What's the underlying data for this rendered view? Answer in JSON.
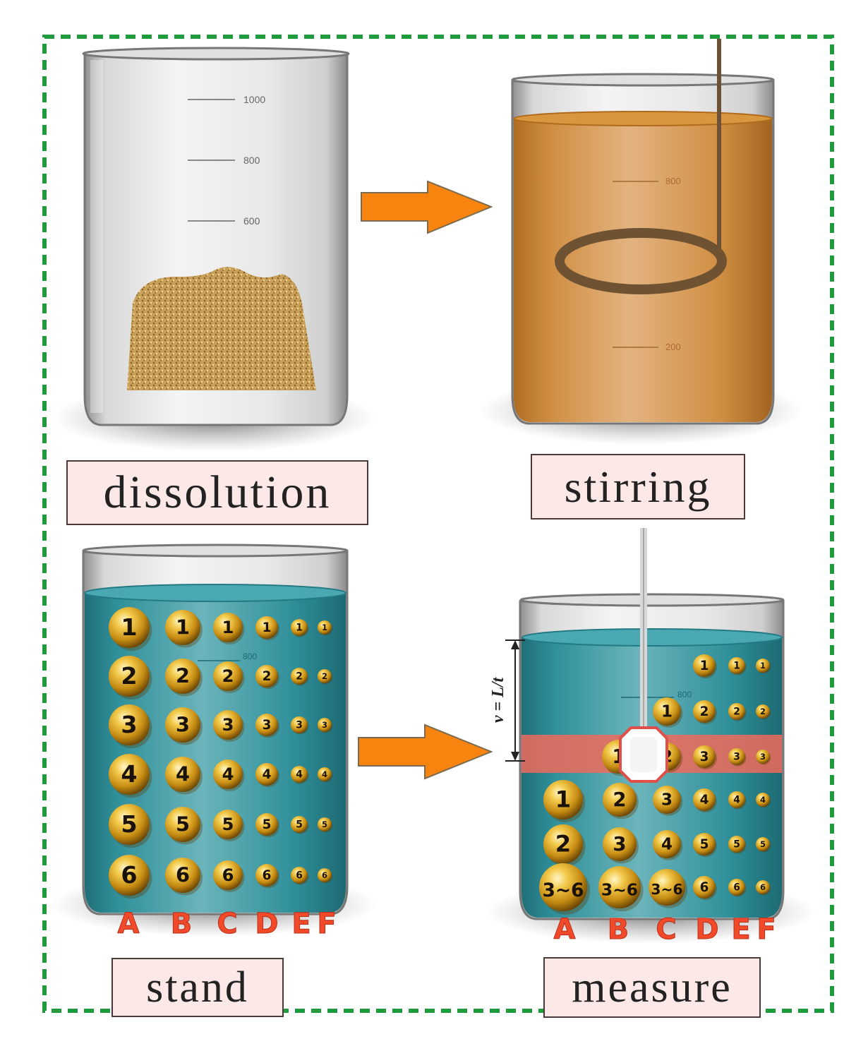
{
  "panels": {
    "dissolution": {
      "label": "dissolution",
      "scale_marks": [
        "1000",
        "800",
        "600"
      ]
    },
    "stirring": {
      "label": "stirring",
      "scale_marks": [
        "800",
        "200"
      ]
    },
    "stand": {
      "label": "stand",
      "columns": [
        "A",
        "B",
        "C",
        "D",
        "E",
        "F"
      ],
      "rows": [
        "1",
        "2",
        "3",
        "4",
        "5",
        "6"
      ],
      "scale_mark": "800"
    },
    "measure": {
      "label": "measure",
      "columns": [
        "A",
        "B",
        "C",
        "D",
        "E",
        "F"
      ],
      "formula": "v = L/t",
      "scale_mark": "800",
      "rows": [
        [
          "",
          "",
          "",
          "1",
          "1",
          "1"
        ],
        [
          "",
          "",
          "1",
          "2",
          "2",
          "2"
        ],
        [
          "1",
          "",
          "2",
          "3",
          "3",
          "3"
        ],
        [
          "1",
          "2",
          "3",
          "4",
          "4",
          "4"
        ],
        [
          "2",
          "3",
          "4",
          "5",
          "5",
          "5"
        ],
        [
          "3~6",
          "3~6",
          "3~6",
          "6",
          "6",
          "6"
        ]
      ]
    }
  },
  "colors": {
    "border": "#1f9a3c",
    "arrow": "#f6840f",
    "sediment": "#c9a058",
    "orange_liquid": "#c7812c",
    "teal_liquid": "#2f8f99",
    "measure_band": "#f06a5a",
    "column_letters": "#f04a2a",
    "label_bg": "#fde8e8"
  }
}
